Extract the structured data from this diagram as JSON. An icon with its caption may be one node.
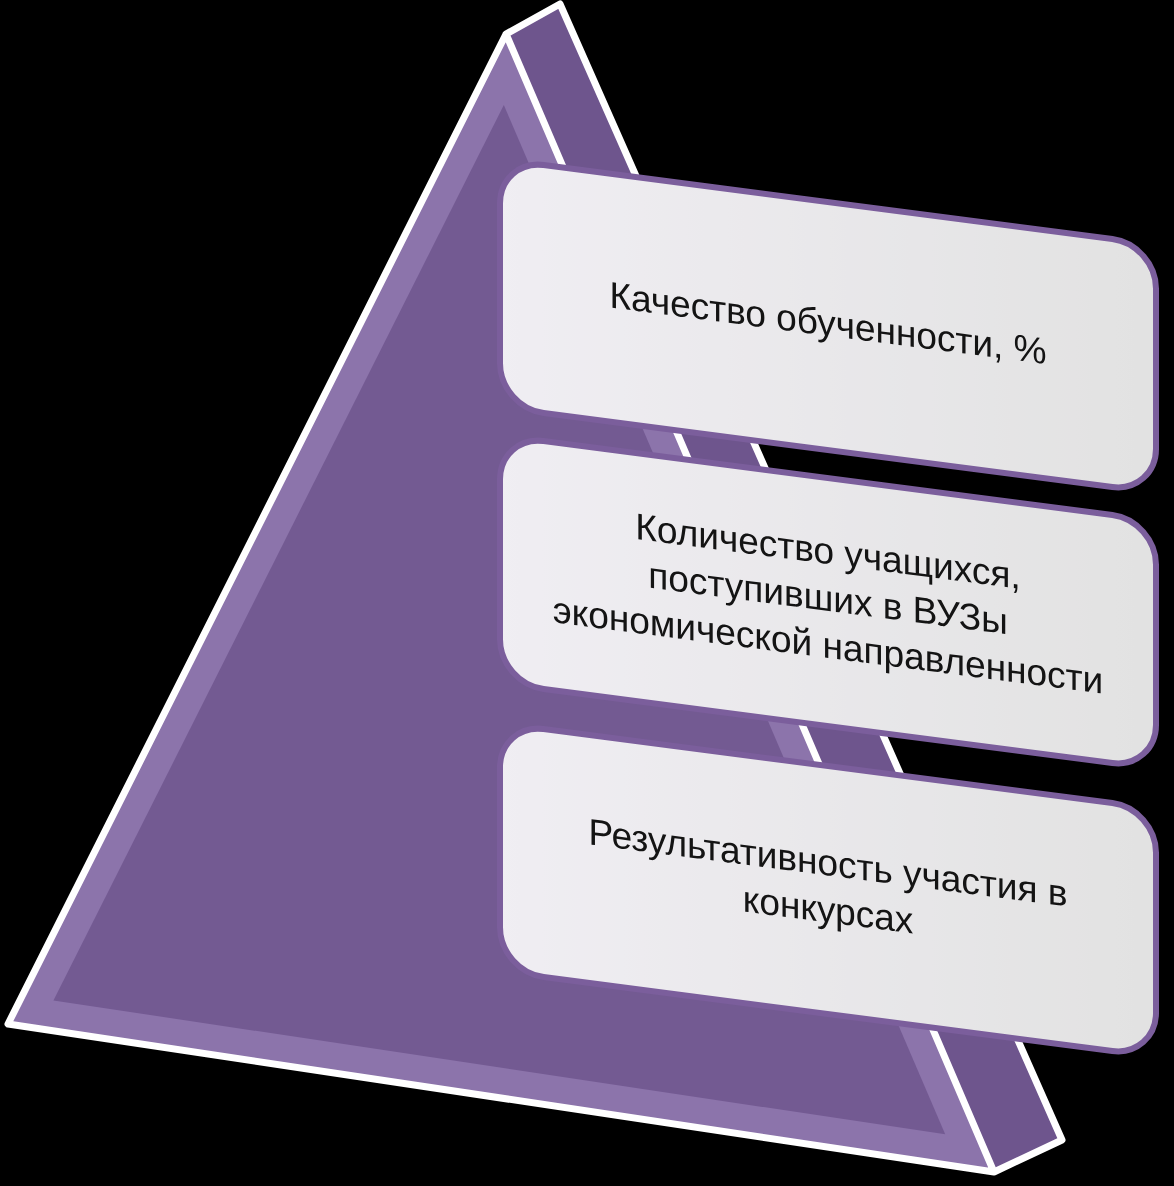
{
  "diagram": {
    "nodes": [
      {
        "text": [
          "Качество обученности, %"
        ]
      },
      {
        "text": [
          "Количество учащихся, поступивших в ВУЗы экономической направленности"
        ]
      },
      {
        "text": [
          "Результативность участия в конкурсах"
        ]
      }
    ]
  }
}
